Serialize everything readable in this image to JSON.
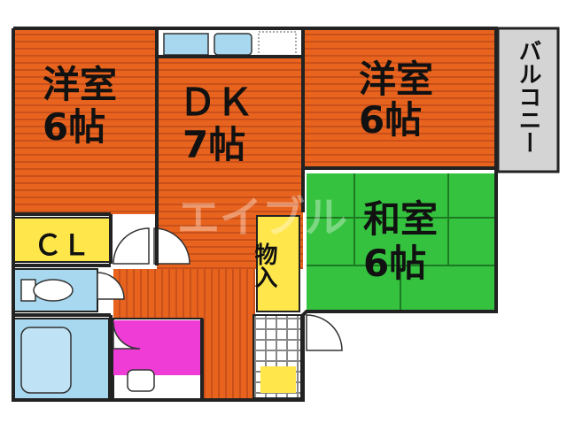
{
  "rooms": {
    "western_room_left": {
      "name": "洋室",
      "size": "6帖"
    },
    "dining_kitchen": {
      "name": "ＤＫ",
      "size": "7帖"
    },
    "western_room_right": {
      "name": "洋室",
      "size": "6帖"
    },
    "japanese_room": {
      "name": "和室",
      "size": "6帖"
    },
    "closet": {
      "name": "ＣＬ"
    },
    "storage": {
      "name": "物入"
    },
    "balcony": {
      "name": "バルコニー"
    }
  },
  "watermark": "エイブル",
  "colors": {
    "flooring": "#e8641e",
    "flooring_stripe": "#c9501a",
    "tatami": "#35c23f",
    "closet": "#ffe64a",
    "bathroom": "#a8d8ef",
    "washroom": "#f03cd6",
    "balcony": "#d4d4d4",
    "wall": "#222222"
  }
}
